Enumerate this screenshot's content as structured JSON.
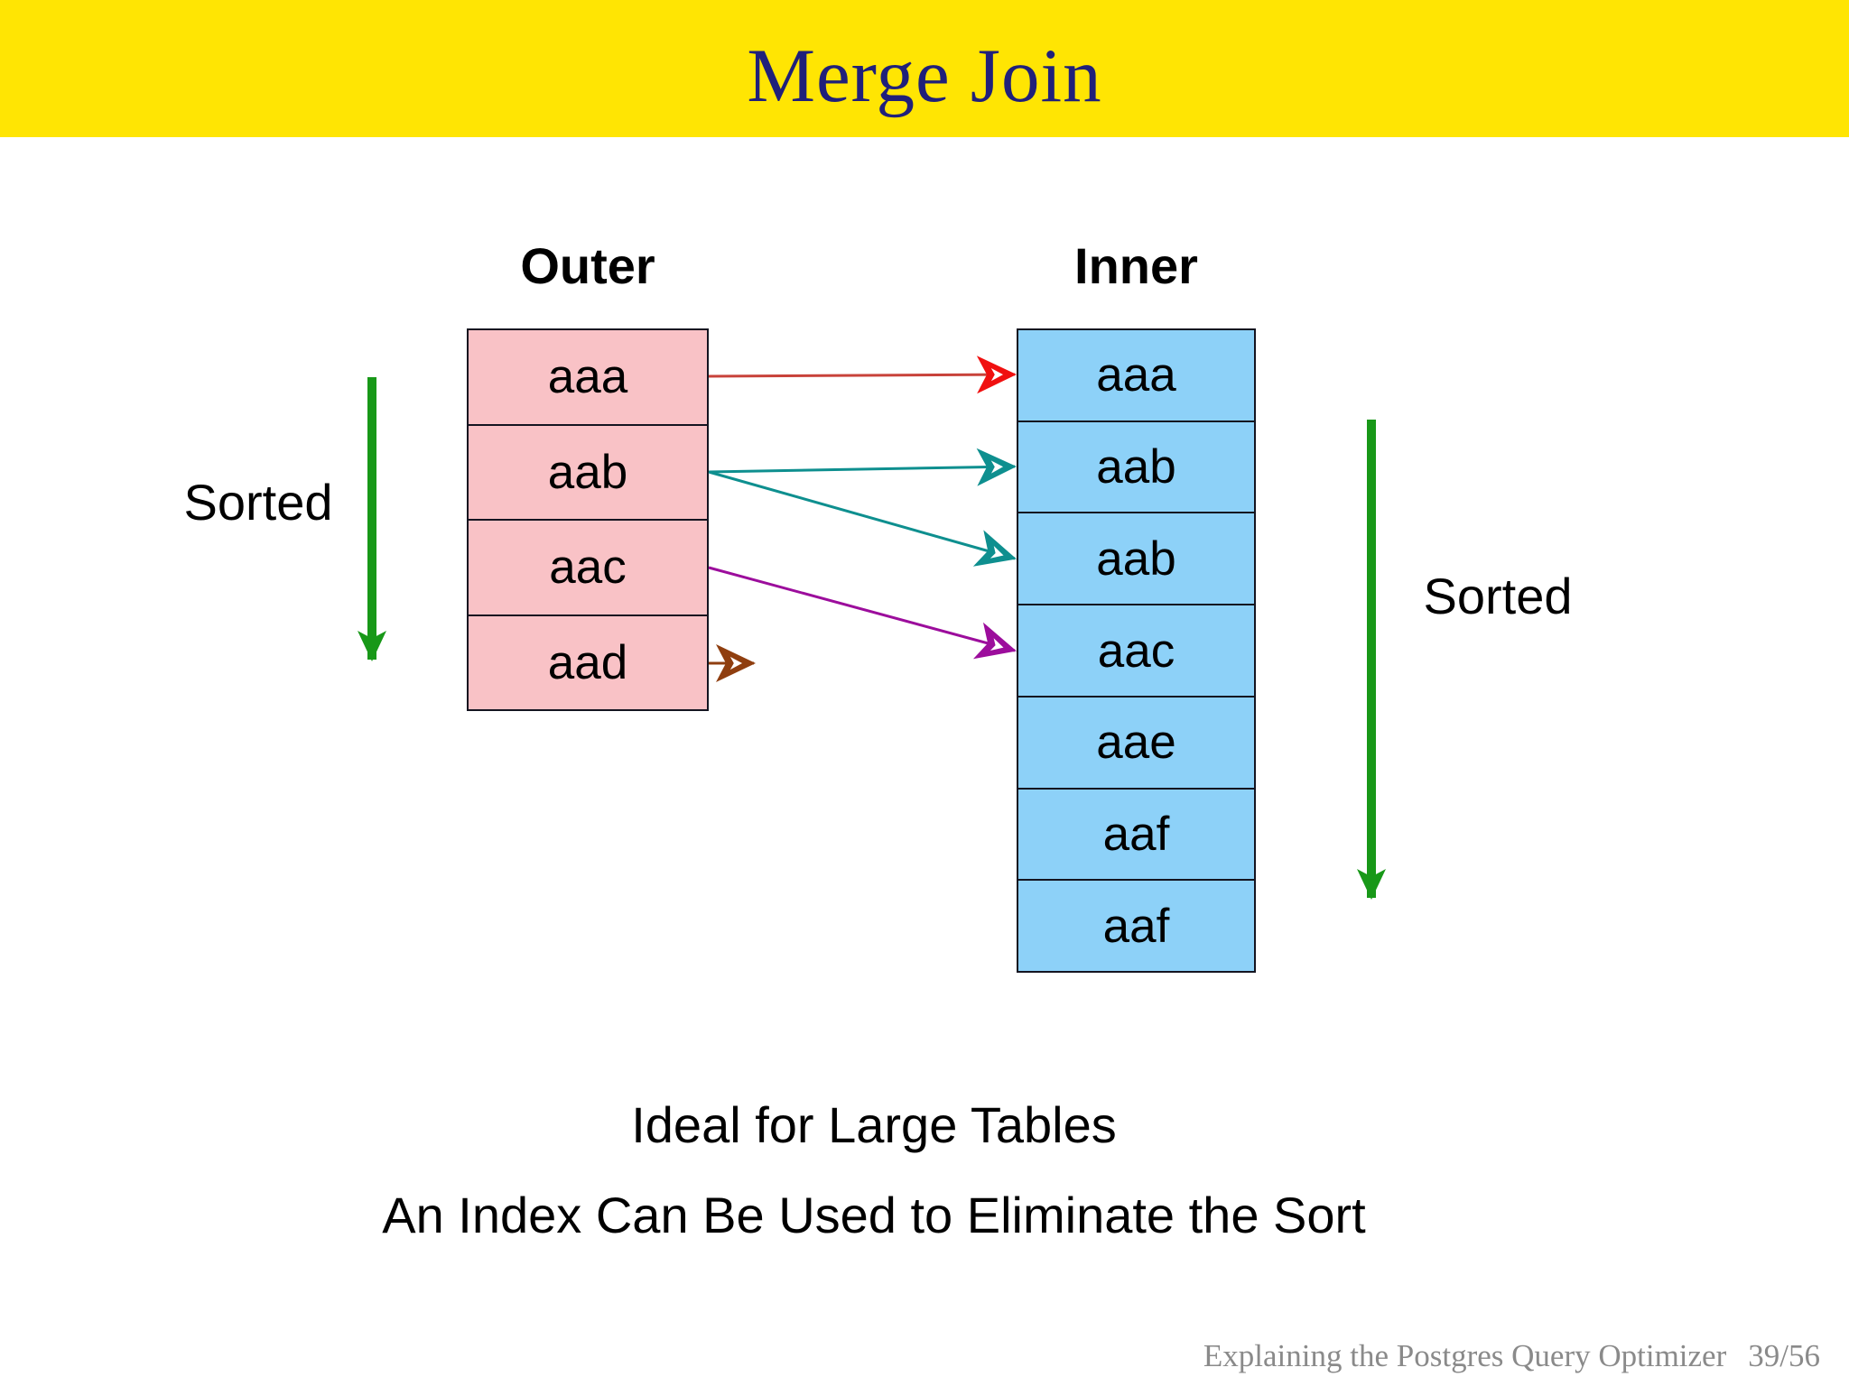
{
  "slide": {
    "title": "Merge Join",
    "colors": {
      "header_bg": "#FFE503",
      "title_text": "#20207A",
      "outer_cell": "#F9C2C6",
      "inner_cell": "#8DD1F8",
      "cell_border": "#141420",
      "green": "#189818",
      "red": "#F01010",
      "red_line": "#C8423A",
      "teal": "#0E8F8F",
      "purple": "#9C0D9C",
      "brown": "#8F3E0F",
      "footer_text": "#8A8A8A"
    }
  },
  "outer_table": {
    "label": "Outer",
    "rows": [
      "aaa",
      "aab",
      "aac",
      "aad"
    ],
    "sorted_label": "Sorted"
  },
  "inner_table": {
    "label": "Inner",
    "rows": [
      "aaa",
      "aab",
      "aab",
      "aac",
      "aae",
      "aaf",
      "aaf"
    ],
    "sorted_label": "Sorted"
  },
  "join_arrows": [
    {
      "from_row": 0,
      "to_row": 0,
      "color": "red"
    },
    {
      "from_row": 1,
      "to_row": 1,
      "color": "teal"
    },
    {
      "from_row": 1,
      "to_row": 2,
      "color": "teal"
    },
    {
      "from_row": 2,
      "to_row": 3,
      "color": "purple"
    },
    {
      "from_row": 3,
      "to_row": null,
      "color": "brown"
    }
  ],
  "captions": {
    "line1": "Ideal for Large Tables",
    "line2": "An Index Can Be Used to Eliminate the Sort"
  },
  "footer": {
    "text": "Explaining the Postgres Query Optimizer",
    "page": "39/56"
  }
}
